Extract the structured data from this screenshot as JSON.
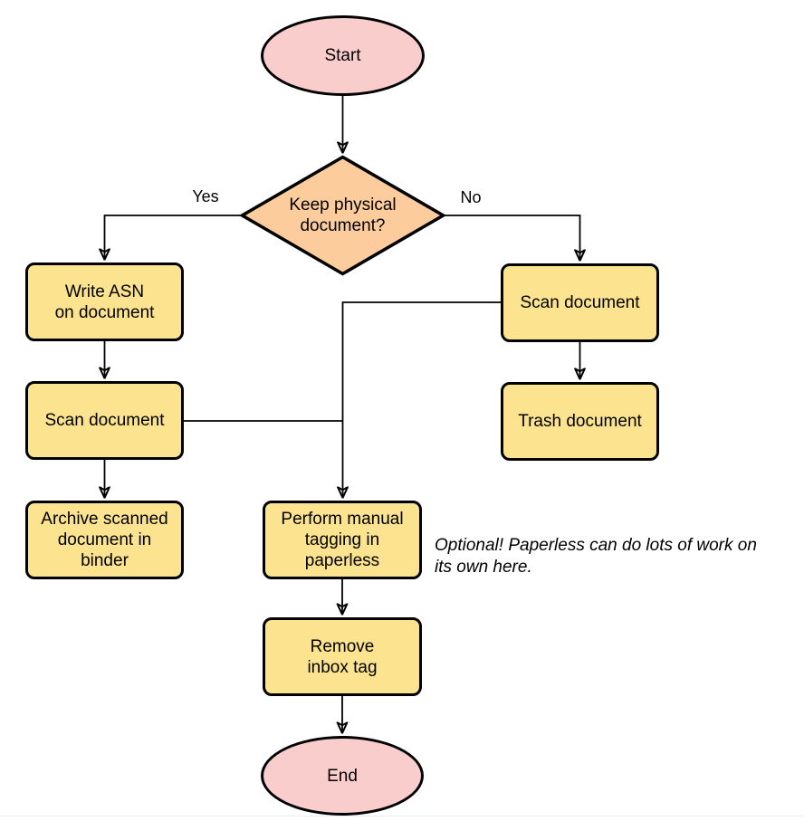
{
  "colors": {
    "background": "#FFFFFF",
    "terminator-fill": "#F8CDCC",
    "decision-fill": "#FCCC9C",
    "process-fill": "#FBE38F",
    "stroke": "#000000"
  },
  "nodes": {
    "start": {
      "label": "Start"
    },
    "decision": {
      "label": "Keep physical\ndocument?"
    },
    "write_asn": {
      "label": "Write ASN\non document"
    },
    "scan_left": {
      "label": "Scan document"
    },
    "archive": {
      "label": "Archive scanned\ndocument in\nbinder"
    },
    "scan_right": {
      "label": "Scan document"
    },
    "trash": {
      "label": "Trash document"
    },
    "tagging": {
      "label": "Perform manual\ntagging in\npaperless"
    },
    "remove_tag": {
      "label": "Remove\ninbox tag"
    },
    "end": {
      "label": "End"
    }
  },
  "edge_labels": {
    "yes": "Yes",
    "no": "No"
  },
  "note": {
    "text": "Optional! Paperless can do lots of work on\nits own here."
  }
}
